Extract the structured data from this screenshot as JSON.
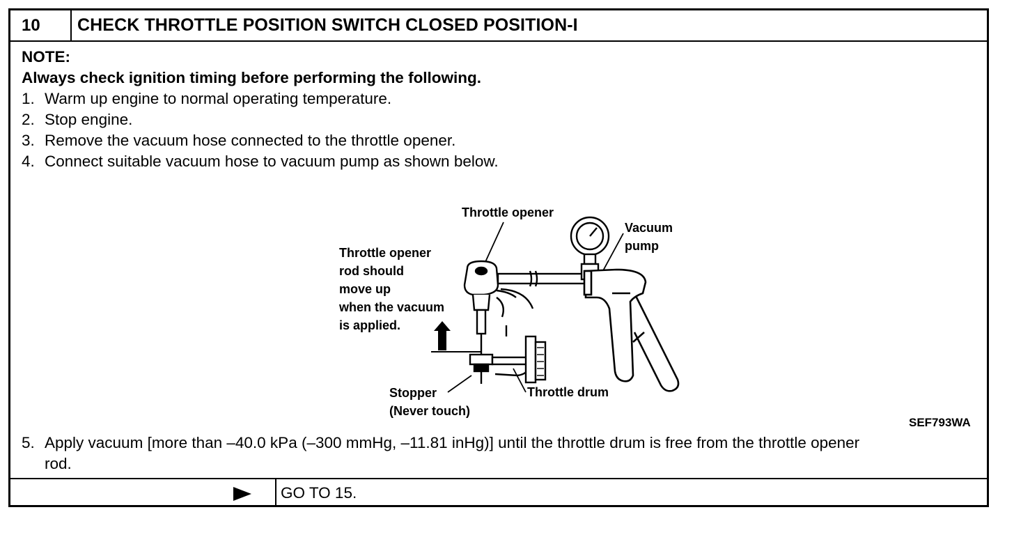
{
  "step": {
    "number": "10",
    "title": "CHECK THROTTLE POSITION SWITCH CLOSED POSITION-I"
  },
  "note": {
    "label": "NOTE:",
    "bold_text": "Always check ignition timing before performing the following."
  },
  "steps": [
    {
      "n": "1.",
      "text": "Warm up engine to normal operating temperature."
    },
    {
      "n": "2.",
      "text": "Stop engine."
    },
    {
      "n": "3.",
      "text": "Remove the vacuum hose connected to the throttle opener."
    },
    {
      "n": "4.",
      "text": "Connect suitable vacuum hose to vacuum pump as shown below."
    }
  ],
  "diagram": {
    "labels": {
      "throttle_opener": "Throttle opener",
      "vacuum_pump_1": "Vacuum",
      "vacuum_pump_2": "pump",
      "rod_note_1": "Throttle opener",
      "rod_note_2": "rod should",
      "rod_note_3": "move up",
      "rod_note_4": "when the vacuum",
      "rod_note_5": "is applied.",
      "stopper_1": "Stopper",
      "stopper_2": "(Never touch)",
      "throttle_drum": "Throttle drum"
    },
    "reference_code": "SEF793WA"
  },
  "step5": {
    "n": "5.",
    "line1": "Apply vacuum [more than –40.0 kPa (–300 mmHg, –11.81 inHg)] until the throttle drum is free from the throttle opener",
    "line2": "rod."
  },
  "footer": {
    "goto": "GO TO 15.",
    "arrow_icon": "right-triangle-arrow-icon"
  }
}
